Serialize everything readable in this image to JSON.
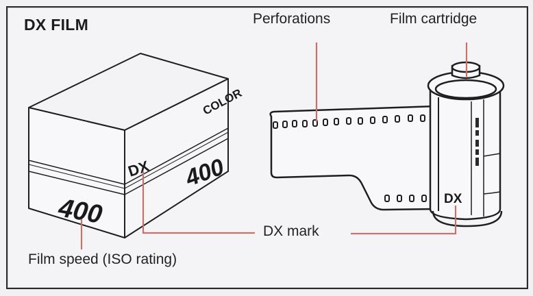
{
  "diagram": {
    "title": "DX FILM",
    "labels": {
      "perforations": "Perforations",
      "film_cartridge": "Film cartridge",
      "dx_mark": "DX mark",
      "film_speed": "Film speed (ISO rating)"
    },
    "box": {
      "color_text": "COLOR",
      "dx_text": "DX",
      "speed_front": "400",
      "speed_side": "400"
    },
    "cartridge": {
      "dx_text": "DX"
    },
    "colors": {
      "leader_line": "#c9706a",
      "outline": "#1e1e1e",
      "frame": "#2a2a2a",
      "background": "#f4f4f7"
    }
  }
}
